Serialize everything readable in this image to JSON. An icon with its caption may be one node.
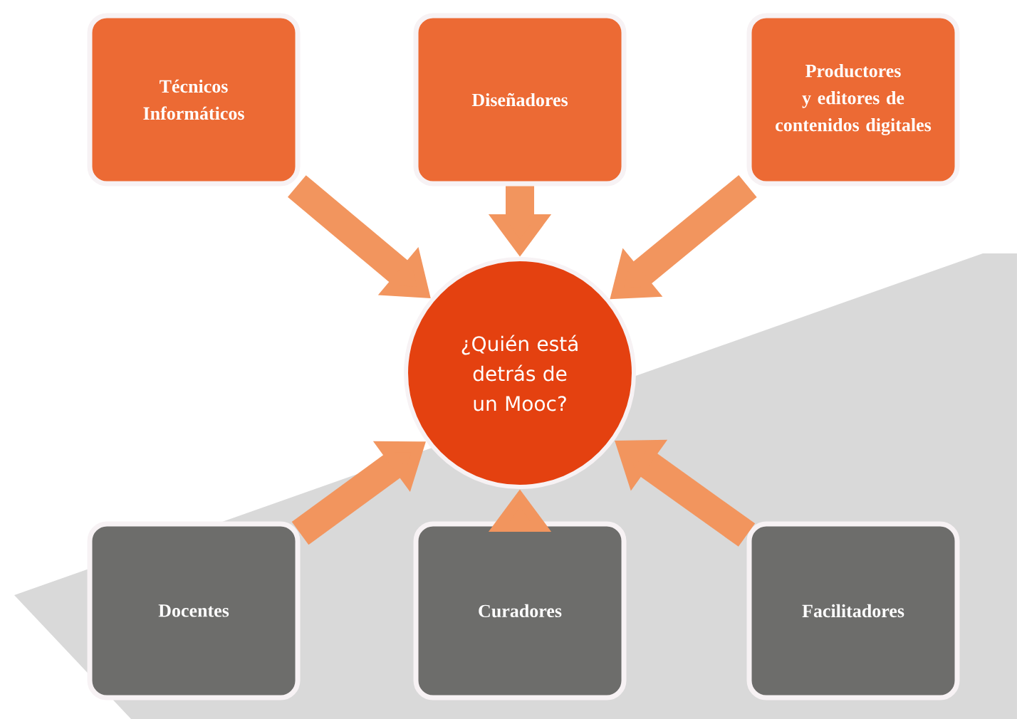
{
  "diagram": {
    "nodes": [
      {
        "text": [
          "Técnicos Informáticos"
        ]
      },
      {
        "text": [
          "Diseñadores"
        ]
      },
      {
        "text": [
          "Productores y editores de contenidos digitales"
        ]
      },
      {
        "text": [
          "¿Quién está detrás de un Mooc?"
        ]
      },
      {
        "text": [
          "Docentes"
        ]
      },
      {
        "text": [
          "Curadores"
        ]
      },
      {
        "text": [
          "Facilitadores"
        ]
      }
    ],
    "edges": [
      {
        "from": 0,
        "to": 3,
        "arrow": "to"
      },
      {
        "from": 1,
        "to": 3,
        "arrow": "to"
      },
      {
        "from": 2,
        "to": 3,
        "arrow": "to"
      },
      {
        "from": 4,
        "to": 3,
        "arrow": "to"
      },
      {
        "from": 5,
        "to": 3,
        "arrow": "to"
      },
      {
        "from": 6,
        "to": 3,
        "arrow": "to"
      }
    ]
  }
}
